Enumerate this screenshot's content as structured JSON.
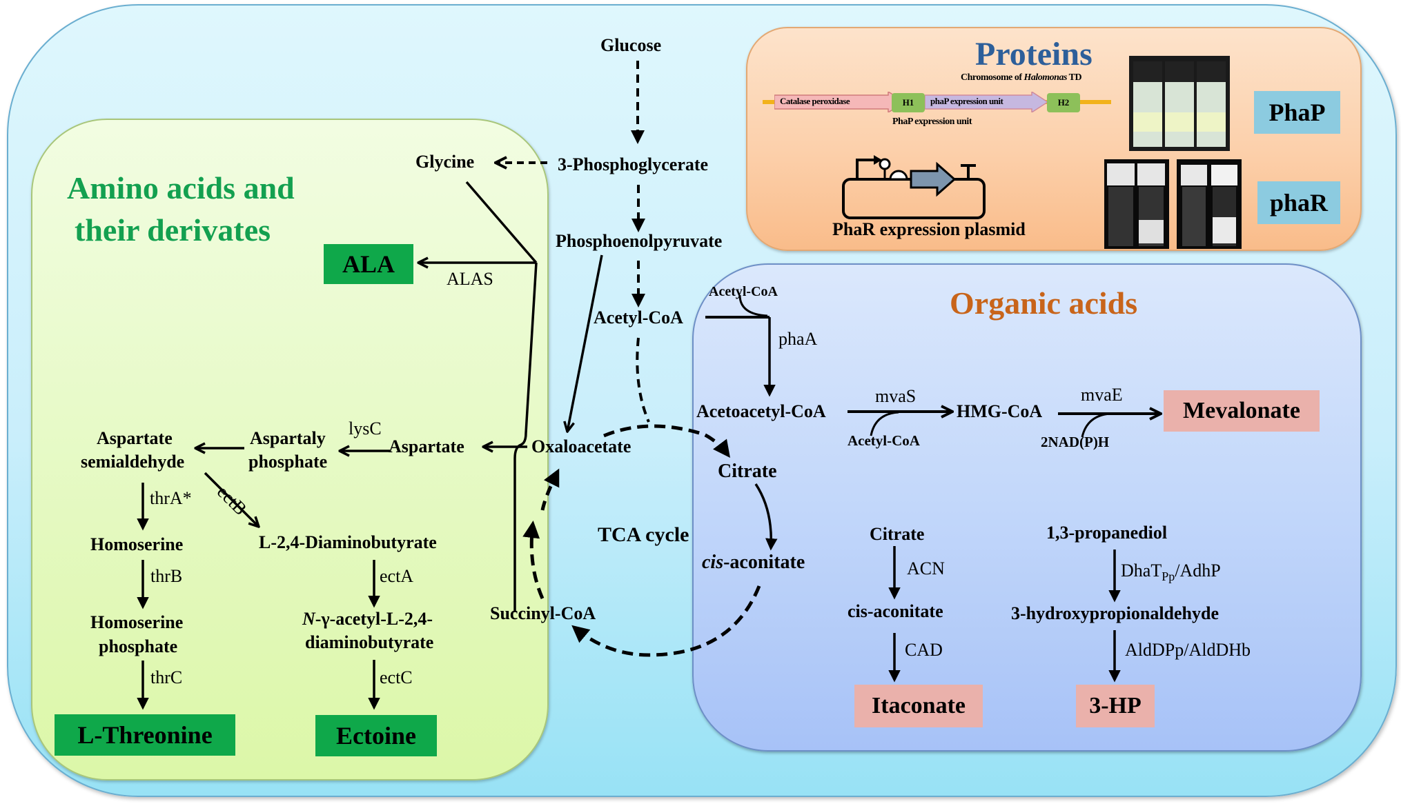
{
  "sections": {
    "amino_acids": {
      "title_line1": "Amino acids and",
      "title_line2": "their derivates",
      "title_color": "#13a050"
    },
    "proteins": {
      "title": "Proteins",
      "title_color": "#2d5f9a"
    },
    "organic_acids": {
      "title": "Organic acids",
      "title_color": "#c8641a"
    }
  },
  "central_pathway": {
    "glucose": "Glucose",
    "phosphoglycerate": "3-Phosphoglycerate",
    "pep": "Phosphoenolpyruvate",
    "acetyl_coa": "Acetyl-CoA",
    "oxaloacetate": "Oxaloacetate",
    "citrate": "Citrate",
    "cis_aconitate_italic": "cis",
    "cis_aconitate_rest": "-aconitate",
    "succinyl_coa": "Succinyl-CoA",
    "tca_label": "TCA cycle"
  },
  "amino_pathway": {
    "glycine": "Glycine",
    "ala": "ALA",
    "alas": "ALAS",
    "aspartate": "Aspartate",
    "lysc": "lysC",
    "aspartaly_phosphate_1": "Aspartaly",
    "aspartaly_phosphate_2": "phosphate",
    "asp_semialdehyde_1": "Aspartate",
    "asp_semialdehyde_2": "semialdehyde",
    "thra": "thrA*",
    "ectb": "ectB",
    "homoserine": "Homoserine",
    "thrb": "thrB",
    "homoserine_phosphate_1": "Homoserine",
    "homoserine_phosphate_2": "phosphate",
    "thrc": "thrC",
    "l_threonine": "L-Threonine",
    "diaminobutyrate": "L-2,4-Diaminobutyrate",
    "ecta": "ectA",
    "n_acetyl_italic": "N",
    "n_acetyl_rest1": "-γ-acetyl-L-2,4-",
    "n_acetyl_2": "diaminobutyrate",
    "ectc": "ectC",
    "ectoine": "Ectoine"
  },
  "protein_panel": {
    "chromosome_label_prefix": "Chromosome of ",
    "chromosome_label_italic": "Halomonas",
    "chromosome_label_suffix": " TD",
    "gene_catalase": "Catalase peroxidase",
    "gene_h1": "H1",
    "gene_phap_unit": "phaP expression unit",
    "gene_h2": "H2",
    "phap_unit_caption": "PhaP expression unit",
    "plasmid_caption": "PhaR expression plasmid",
    "tag_phap": "PhaP",
    "tag_phar": "phaR"
  },
  "organic_pathway": {
    "acetyl_coa_top": "Acetyl-CoA",
    "phaa": "phaA",
    "acetoacetyl_coa": "Acetoacetyl-CoA",
    "mvas": "mvaS",
    "acetyl_coa_cofactor": "Acetyl-CoA",
    "hmg_coa": "HMG-CoA",
    "mvae": "mvaE",
    "nadph": "2NAD(P)H",
    "mevalonate": "Mevalonate",
    "citrate": "Citrate",
    "acn": "ACN",
    "cis_aconitate": "cis-aconitate",
    "cad": "CAD",
    "itaconate": "Itaconate",
    "propanediol": "1,3-propanediol",
    "dhat_main": "DhaT",
    "dhat_sub": "Pp",
    "dhat_rest": "/AdhP",
    "hydroxypropionaldehyde": "3-hydroxypropionaldehyde",
    "alddp": "AldDPp/AldDHb",
    "three_hp": "3-HP"
  }
}
